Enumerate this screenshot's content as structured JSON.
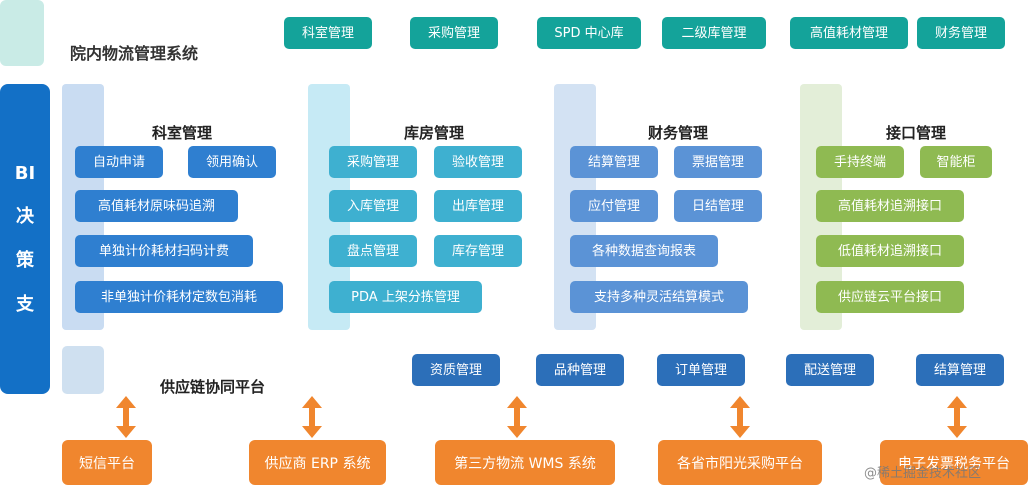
{
  "header": {
    "system_title": "院内物流管理系统",
    "top_modules": [
      "科室管理",
      "采购管理",
      "SPD 中心库",
      "二级库管理",
      "高值耗材管理",
      "财务管理"
    ]
  },
  "bi": {
    "chars": [
      "BI",
      "决",
      "策",
      "支"
    ]
  },
  "sections": {
    "dept": {
      "title": "科室管理",
      "items": [
        "自动申请",
        "领用确认",
        "高值耗材原味码追溯",
        "单独计价耗材扫码计费",
        "非单独计价耗材定数包消耗"
      ]
    },
    "warehouse": {
      "title": "库房管理",
      "items": [
        "采购管理",
        "验收管理",
        "入库管理",
        "出库管理",
        "盘点管理",
        "库存管理",
        "PDA 上架分拣管理"
      ]
    },
    "finance": {
      "title": "财务管理",
      "items": [
        "结算管理",
        "票据管理",
        "应付管理",
        "日结管理",
        "各种数据查询报表",
        "支持多种灵活结算模式"
      ]
    },
    "interface": {
      "title": "接口管理",
      "items": [
        "手持终端",
        "智能柜",
        "高值耗材追溯接口",
        "低值耗材追溯接口",
        "供应链云平台接口"
      ]
    }
  },
  "supply_chain": {
    "title": "供应链协同平台",
    "modules": [
      "资质管理",
      "品种管理",
      "订单管理",
      "配送管理",
      "结算管理"
    ]
  },
  "external": [
    "短信平台",
    "供应商 ERP 系统",
    "第三方物流 WMS 系统",
    "各省市阳光采购平台",
    "电子发票税务平台"
  ],
  "watermark": "@稀土掘金技术社区",
  "colors": {
    "teal": "#14a39a",
    "bi_blue": "#1370c6",
    "orange": "#f0862e"
  }
}
